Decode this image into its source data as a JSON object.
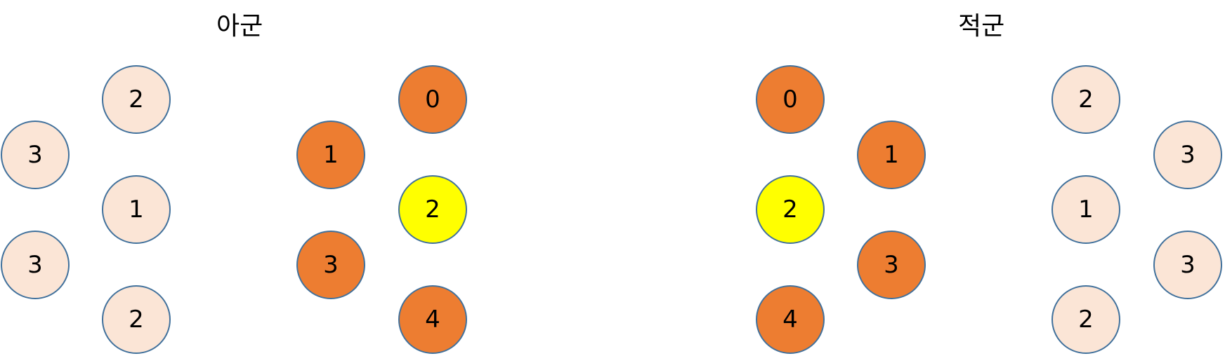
{
  "labels": {
    "ally": "아군",
    "enemy": "적군"
  },
  "colors": {
    "light": "#fbe5d6",
    "orange": "#ed7d31",
    "yellow": "#ffff00",
    "border": "#41719c"
  },
  "ally": {
    "reserve": [
      "2",
      "3",
      "1",
      "3",
      "2"
    ],
    "front": [
      "0",
      "1",
      "2",
      "3",
      "4"
    ]
  },
  "enemy": {
    "front": [
      "0",
      "1",
      "2",
      "3",
      "4"
    ],
    "reserve": [
      "2",
      "3",
      "1",
      "3",
      "2"
    ]
  }
}
